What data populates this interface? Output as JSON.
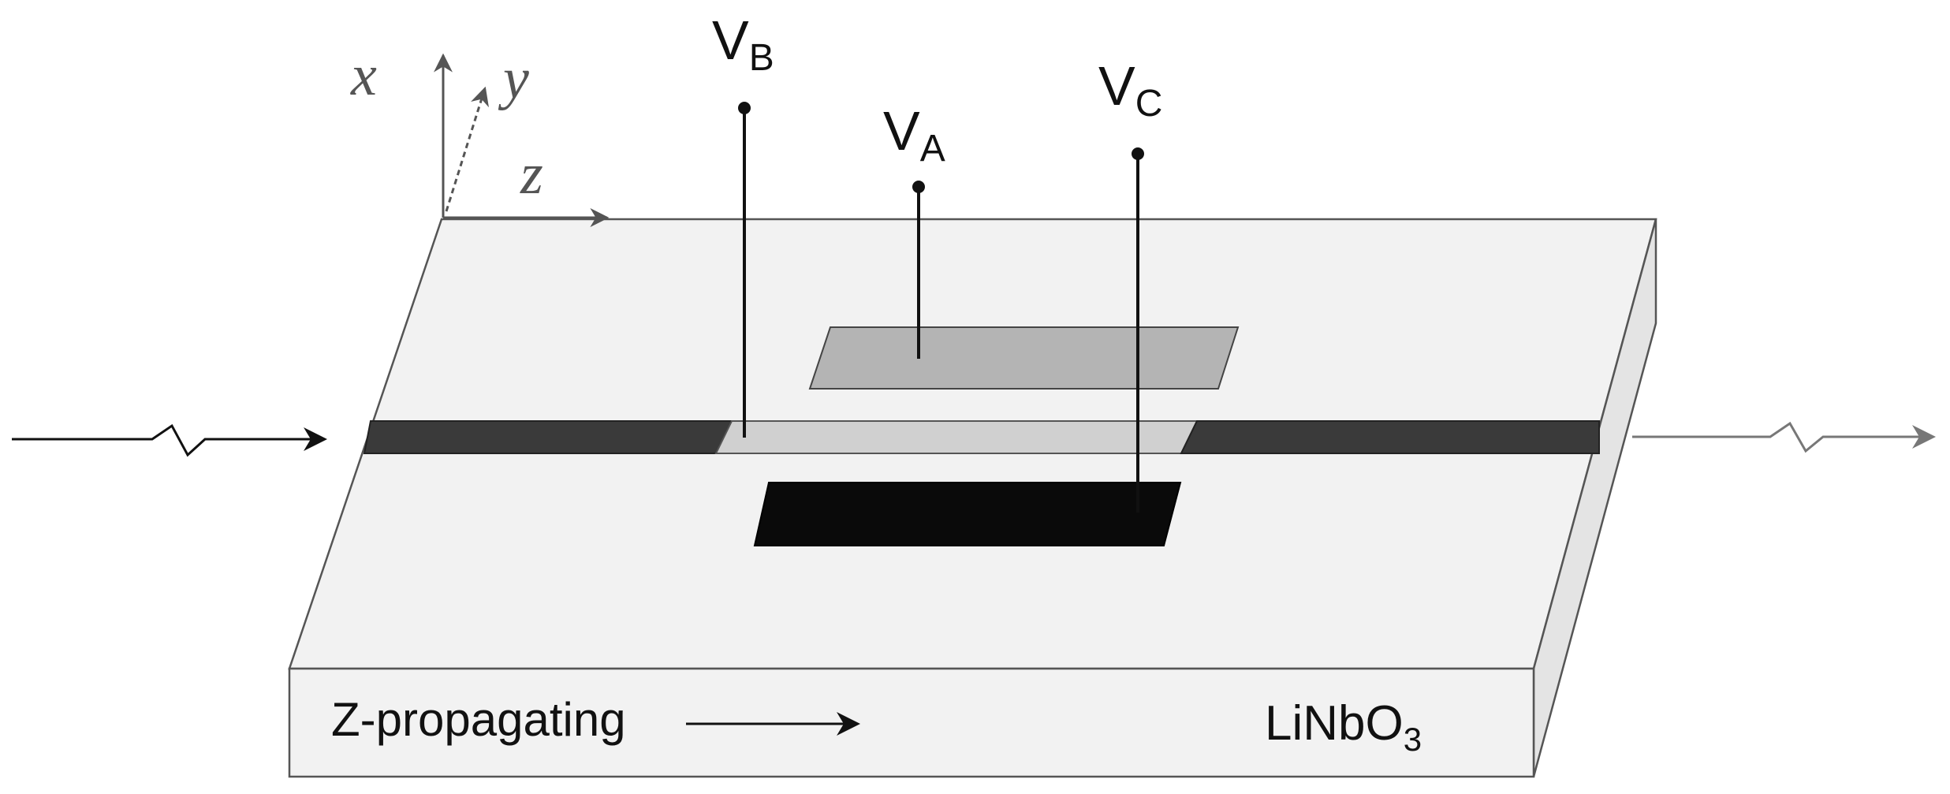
{
  "axes": {
    "x_label": "x",
    "y_label": "y",
    "z_label": "z"
  },
  "voltages": {
    "a_main": "V",
    "a_sub": "A",
    "b_main": "V",
    "b_sub": "B",
    "c_main": "V",
    "c_sub": "C"
  },
  "substrate": {
    "direction_label": "Z-propagating",
    "material_main": "LiNbO",
    "material_sub": "3"
  },
  "colors": {
    "slab_top": "#f2f2f2",
    "slab_front": "#f2f2f2",
    "slab_side": "#e4e4e4",
    "waveguide_dark": "#3a3a3a",
    "waveguide_light": "#d0d0d0",
    "electrode_a": "#b4b4b4",
    "electrode_c": "#0a0a0a",
    "axis_gray": "#555555"
  },
  "icons": {
    "input_beam": "arrow-right",
    "output_beam": "arrow-right",
    "propagation": "arrow-right"
  }
}
